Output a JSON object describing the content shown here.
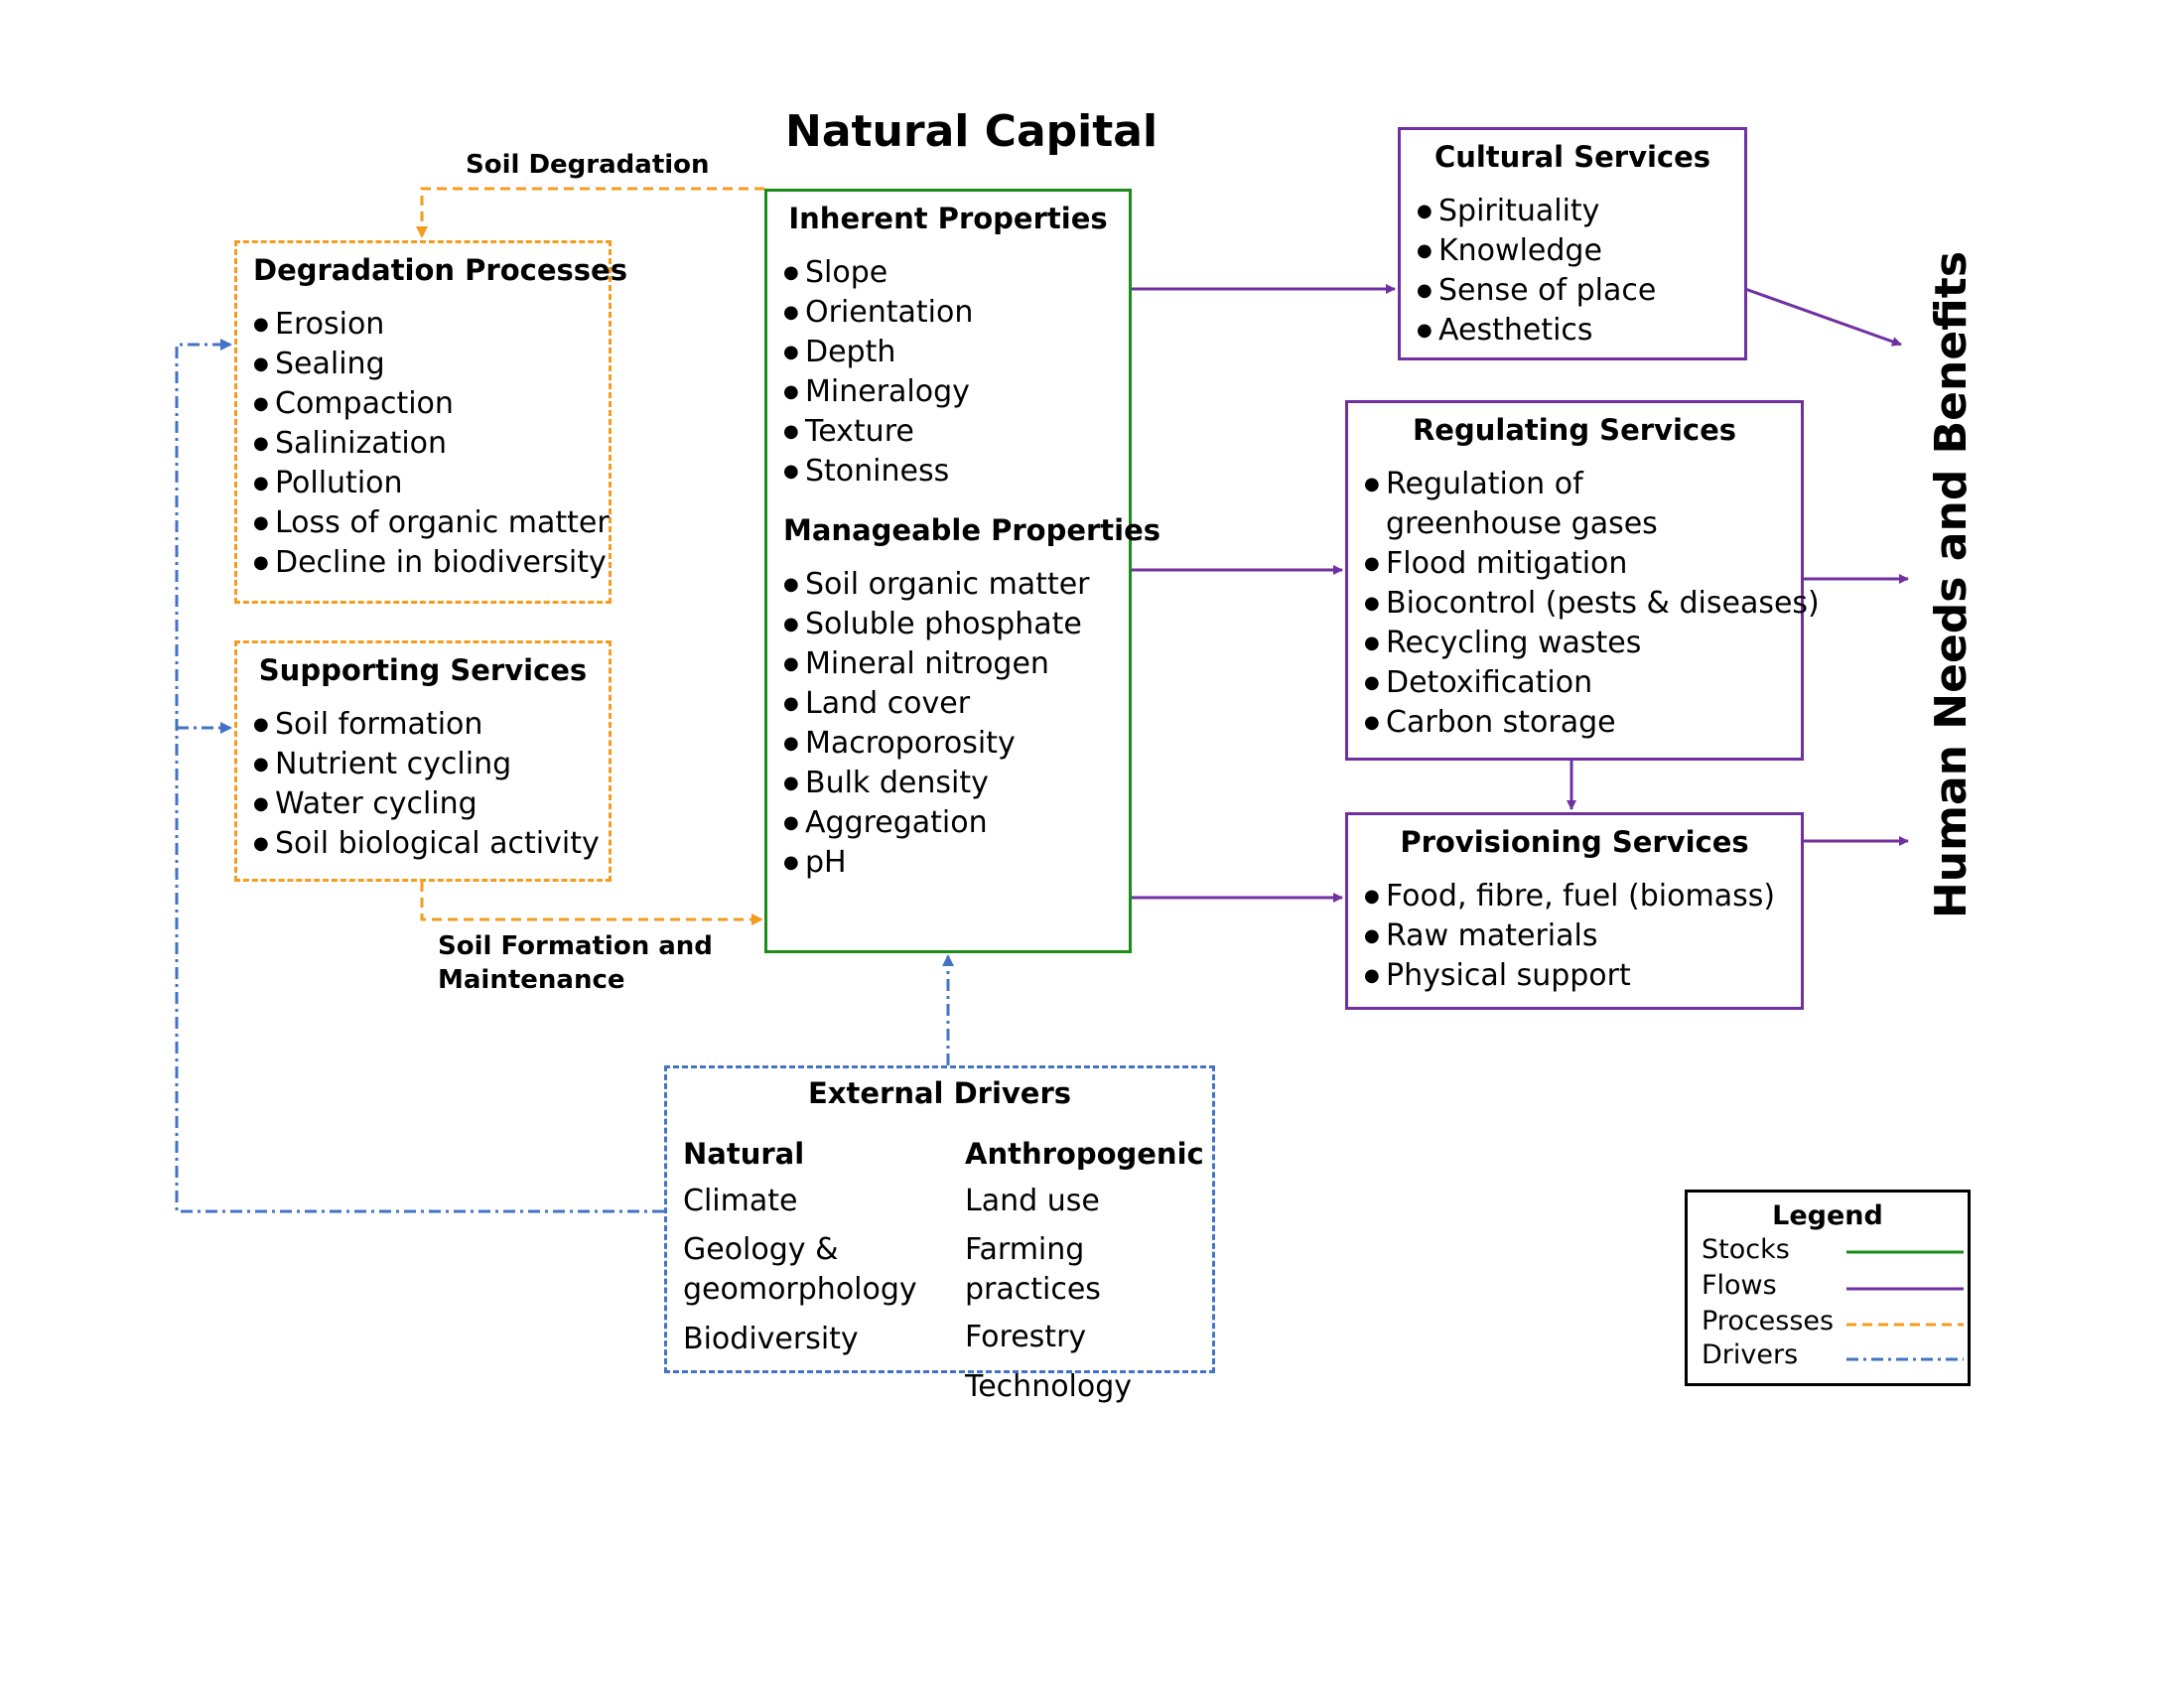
{
  "title": "Natural Capital",
  "side_title": "Human Needs and Benefits",
  "flow_labels": {
    "soil_degradation": "Soil Degradation",
    "soil_formation_line1": "Soil Formation and",
    "soil_formation_line2": "Maintenance"
  },
  "degradation_processes": {
    "title": "Degradation Processes",
    "items": [
      "Erosion",
      "Sealing",
      "Compaction",
      "Salinization",
      "Pollution",
      "Loss of organic matter",
      "Decline in biodiversity"
    ]
  },
  "supporting_services": {
    "title": "Supporting Services",
    "items": [
      "Soil formation",
      "Nutrient cycling",
      "Water cycling",
      "Soil biological activity"
    ]
  },
  "natural_capital_box": {
    "inherent_title": "Inherent Properties",
    "inherent_items": [
      "Slope",
      "Orientation",
      "Depth",
      "Mineralogy",
      "Texture",
      "Stoniness"
    ],
    "manageable_title": "Manageable Properties",
    "manageable_items": [
      "Soil organic matter",
      "Soluble phosphate",
      "Mineral nitrogen",
      "Land cover",
      "Macroporosity",
      "Bulk density",
      "Aggregation",
      "pH"
    ]
  },
  "cultural_services": {
    "title": "Cultural Services",
    "items": [
      "Spirituality",
      "Knowledge",
      "Sense of place",
      "Aesthetics"
    ]
  },
  "regulating_services": {
    "title": "Regulating Services",
    "items": [
      "Regulation of greenhouse gases",
      "Flood mitigation",
      "Biocontrol (pests & diseases)",
      "Recycling wastes",
      "Detoxification",
      "Carbon storage"
    ]
  },
  "provisioning_services": {
    "title": "Provisioning Services",
    "items": [
      "Food, fibre, fuel (biomass)",
      "Raw materials",
      "Physical support"
    ]
  },
  "external_drivers": {
    "title": "External Drivers",
    "natural_title": "Natural",
    "natural_items": [
      "Climate",
      "Geology &",
      "geomorphology",
      "Biodiversity"
    ],
    "anthropogenic_title": "Anthropogenic",
    "anthropogenic_items": [
      "Land use",
      "Farming practices",
      "Forestry",
      "Technology"
    ]
  },
  "legend": {
    "title": "Legend",
    "entries": [
      {
        "label": "Stocks",
        "color": "#1a8c1a",
        "style": "solid"
      },
      {
        "label": "Flows",
        "color": "#7030a0",
        "style": "solid"
      },
      {
        "label": "Processes",
        "color": "#f39c1f",
        "style": "dashed"
      },
      {
        "label": "Drivers",
        "color": "#4472c4",
        "style": "dash-dot"
      }
    ]
  },
  "colors": {
    "stocks": "#1a8c1a",
    "flows": "#7030a0",
    "processes": "#f39c1f",
    "drivers": "#4472c4"
  }
}
